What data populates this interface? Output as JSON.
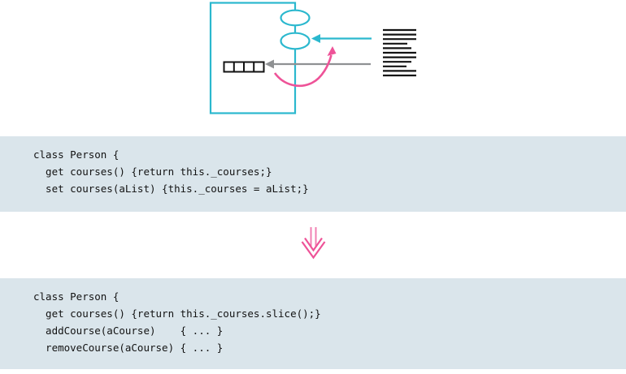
{
  "colors": {
    "cyan": "#2bb8ce",
    "pink": "#ee5398",
    "pink_soft": "#f180b3",
    "gray": "#8f9193",
    "ink": "#131313",
    "code_bg": "#dae5eb",
    "code_text": "#121212"
  },
  "diagram": {
    "icons": {
      "class_box": "class-outline-box",
      "ellipse_top": "accessor-method-ellipse",
      "ellipse_bottom": "accessor-method-ellipse",
      "collection_field": "collection-field-cells",
      "client_text": "client-code-text-lines",
      "cyan_arrow": "call-via-accessor-arrow",
      "gray_arrow": "direct-field-access-arrow",
      "pink_arrow": "redirect-to-accessor-arrow",
      "refactor_arrow": "transform-down-arrow"
    }
  },
  "code_before": {
    "lines": [
      "class Person {",
      "  get courses() {return this._courses;}",
      "  set courses(aList) {this._courses = aList;}"
    ]
  },
  "code_after": {
    "lines": [
      "class Person {",
      "  get courses() {return this._courses.slice();}",
      "  addCourse(aCourse)    { ... }",
      "  removeCourse(aCourse) { ... }"
    ]
  }
}
